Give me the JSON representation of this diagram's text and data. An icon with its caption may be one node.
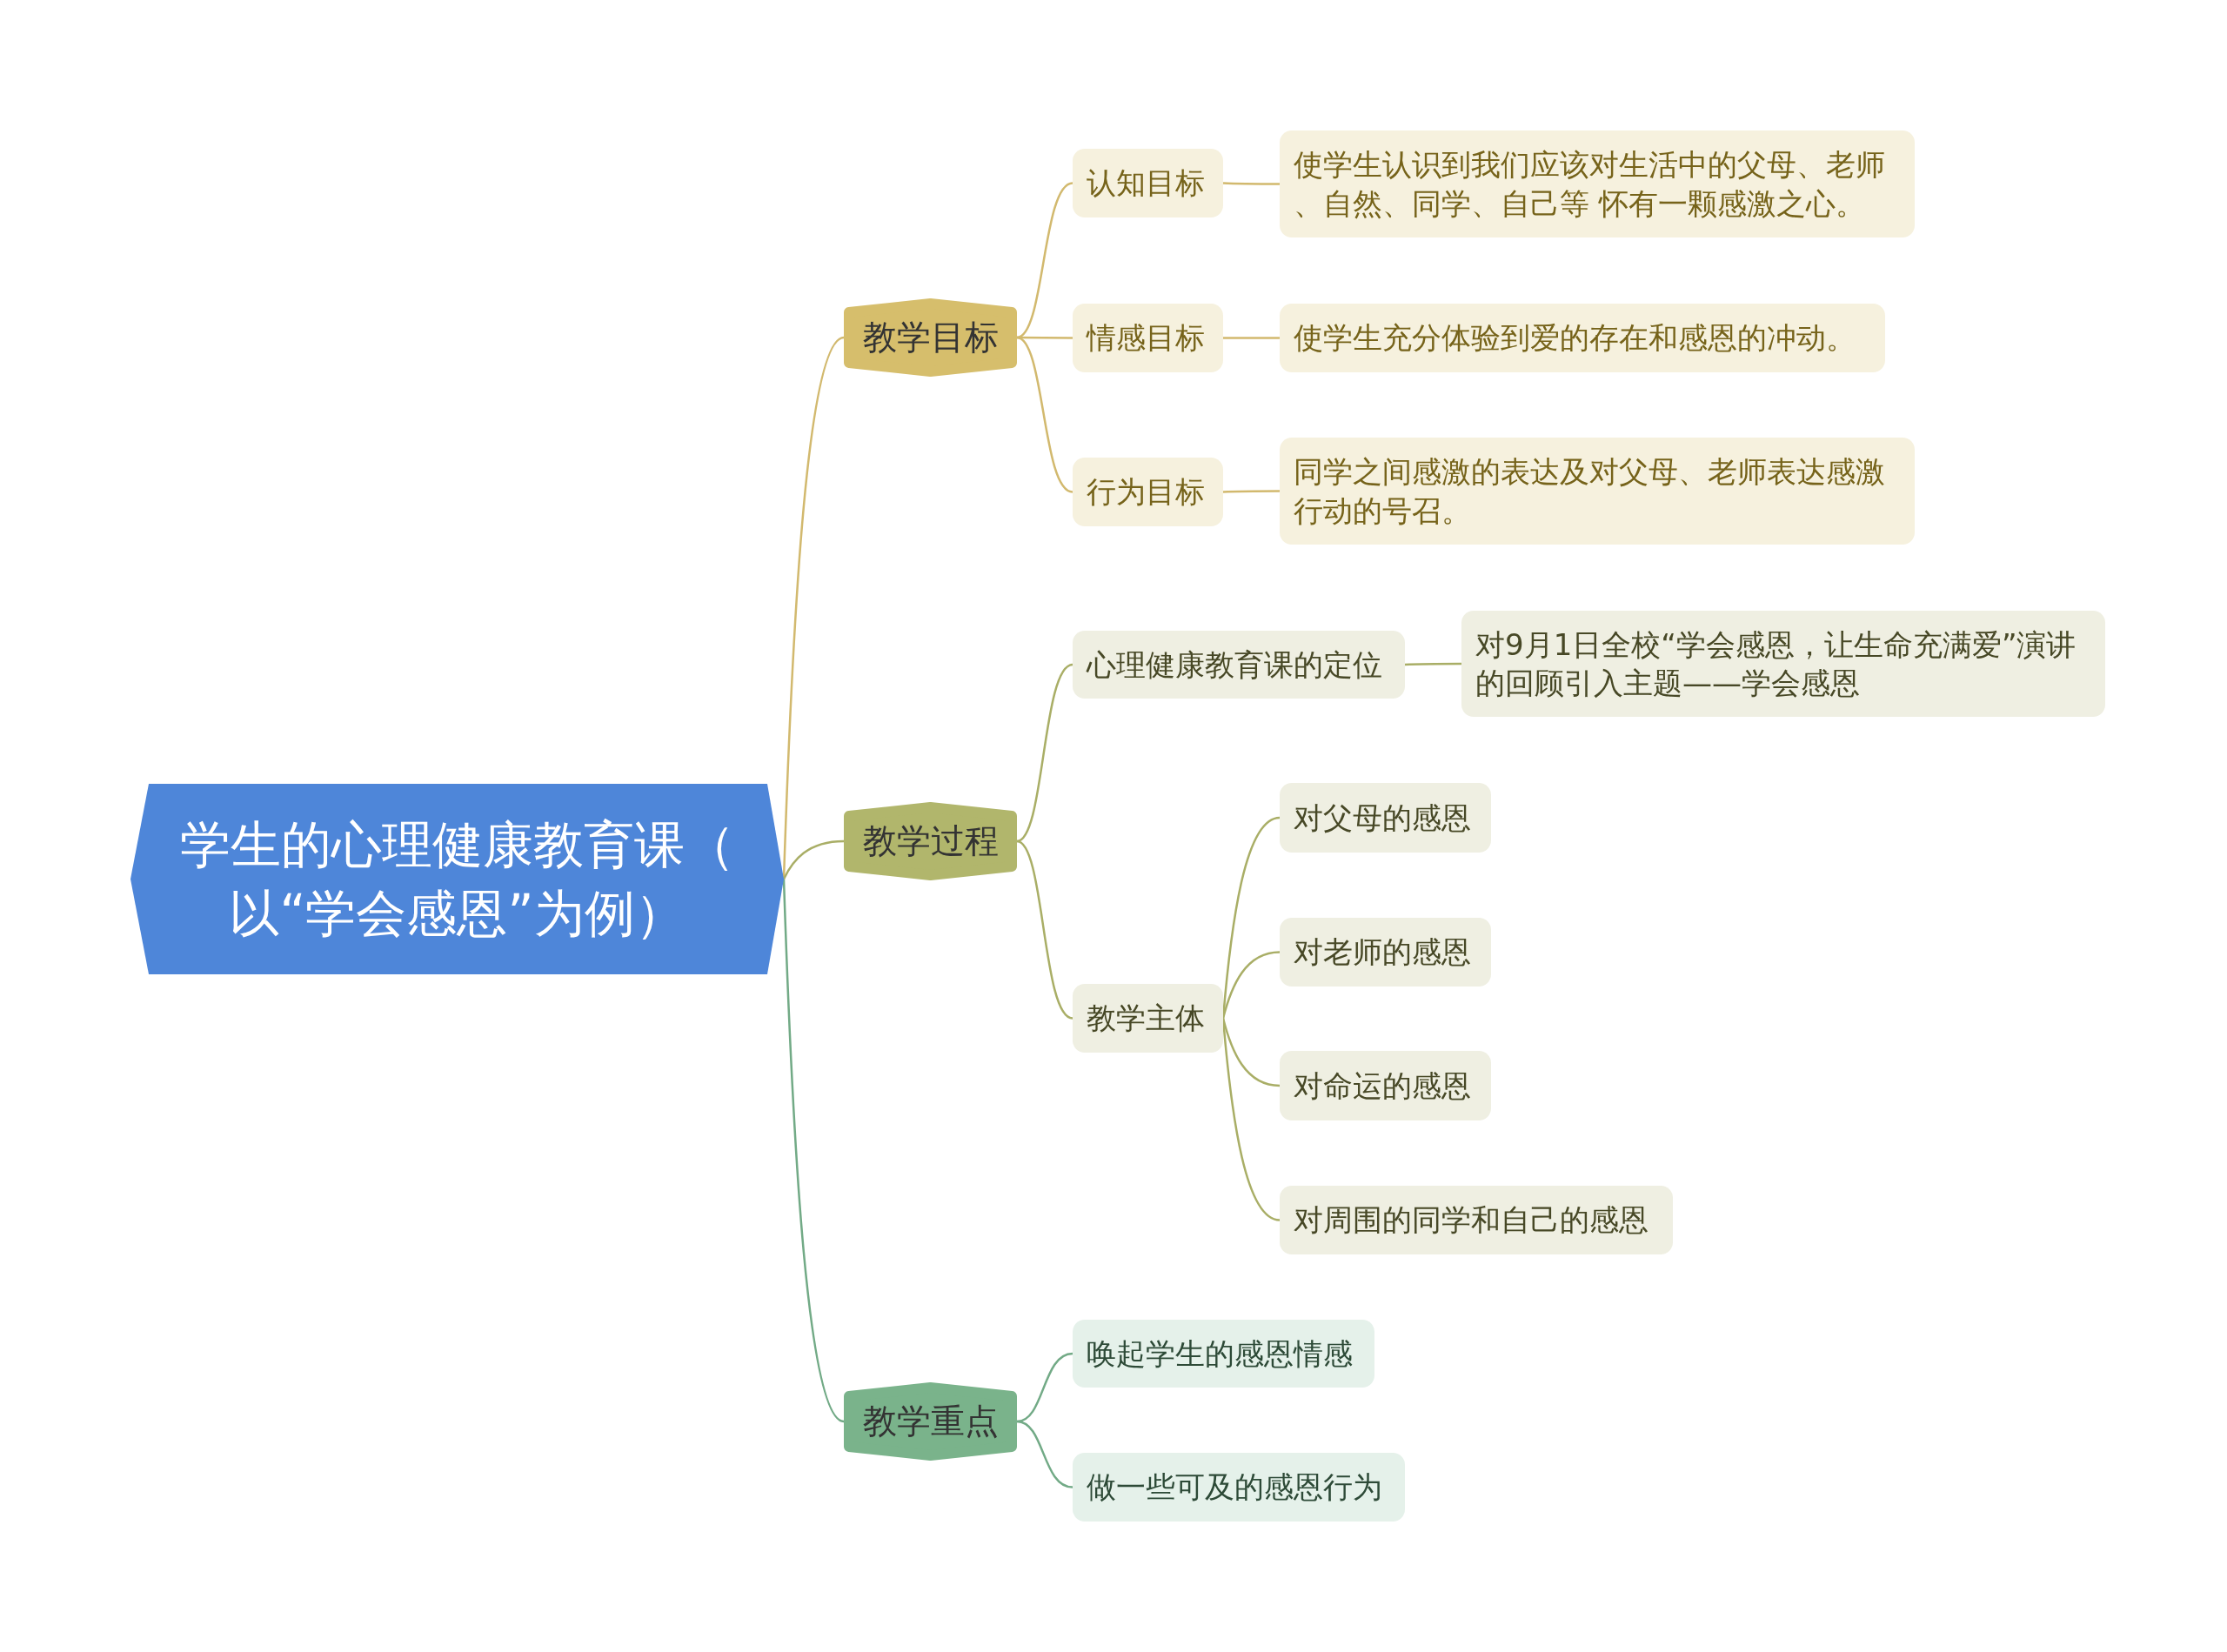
{
  "diagram": {
    "nodes": [
      {
        "text": [
          "学生的心理健康教育课（以“学会感恩”为例）"
        ]
      },
      {
        "text": [
          "教学目标"
        ]
      },
      {
        "text": [
          "认知目标"
        ]
      },
      {
        "text": [
          "使学生认识到我们应该对生活中的父母、老师、自然、同学、自己等 怀有一颗感激之心。"
        ]
      },
      {
        "text": [
          "情感目标"
        ]
      },
      {
        "text": [
          "使学生充分体验到爱的存在和感恩的冲动。"
        ]
      },
      {
        "text": [
          "行为目标"
        ]
      },
      {
        "text": [
          "同学之间感激的表达及对父母、老师表达感激行动的号召。"
        ]
      },
      {
        "text": [
          "教学过程"
        ]
      },
      {
        "text": [
          "心理健康教育课的定位"
        ]
      },
      {
        "text": [
          "对9月1日全校“学会感恩，让生命充满爱”演讲的回顾引入主题——学会感恩"
        ]
      },
      {
        "text": [
          "教学主体"
        ]
      },
      {
        "text": [
          "对父母的感恩"
        ]
      },
      {
        "text": [
          "对老师的感恩"
        ]
      },
      {
        "text": [
          "对命运的感恩"
        ]
      },
      {
        "text": [
          "对周围的同学和自己的感恩"
        ]
      },
      {
        "text": [
          "教学重点"
        ]
      },
      {
        "text": [
          "唤起学生的感恩情感"
        ]
      },
      {
        "text": [
          "做一些可及的感恩行为"
        ]
      }
    ],
    "edges": [
      {
        "from": 0,
        "to": 1,
        "arrow": "none",
        "color": "#d2b96e"
      },
      {
        "from": 1,
        "to": 2,
        "arrow": "none",
        "color": "#d2b96e"
      },
      {
        "from": 2,
        "to": 3,
        "arrow": "none",
        "color": "#d2b96e"
      },
      {
        "from": 1,
        "to": 4,
        "arrow": "none",
        "color": "#d2b96e"
      },
      {
        "from": 4,
        "to": 5,
        "arrow": "none",
        "color": "#d2b96e"
      },
      {
        "from": 1,
        "to": 6,
        "arrow": "none",
        "color": "#d2b96e"
      },
      {
        "from": 6,
        "to": 7,
        "arrow": "none",
        "color": "#d2b96e"
      },
      {
        "from": 0,
        "to": 8,
        "arrow": "none"
      },
      {
        "from": 8,
        "to": 9,
        "arrow": "none"
      },
      {
        "from": 9,
        "to": 10,
        "arrow": "none"
      },
      {
        "from": 8,
        "to": 11,
        "arrow": "none"
      },
      {
        "from": 11,
        "to": 12,
        "arrow": "none"
      },
      {
        "from": 11,
        "to": 13,
        "arrow": "none"
      },
      {
        "from": 11,
        "to": 14,
        "arrow": "none"
      },
      {
        "from": 11,
        "to": 15,
        "arrow": "none"
      },
      {
        "from": 0,
        "to": 16,
        "arrow": "none",
        "color": "#72aa86"
      },
      {
        "from": 16,
        "to": 17,
        "arrow": "none",
        "color": "#72aa86"
      },
      {
        "from": 16,
        "to": 18,
        "arrow": "none",
        "color": "#72aa86"
      }
    ]
  }
}
